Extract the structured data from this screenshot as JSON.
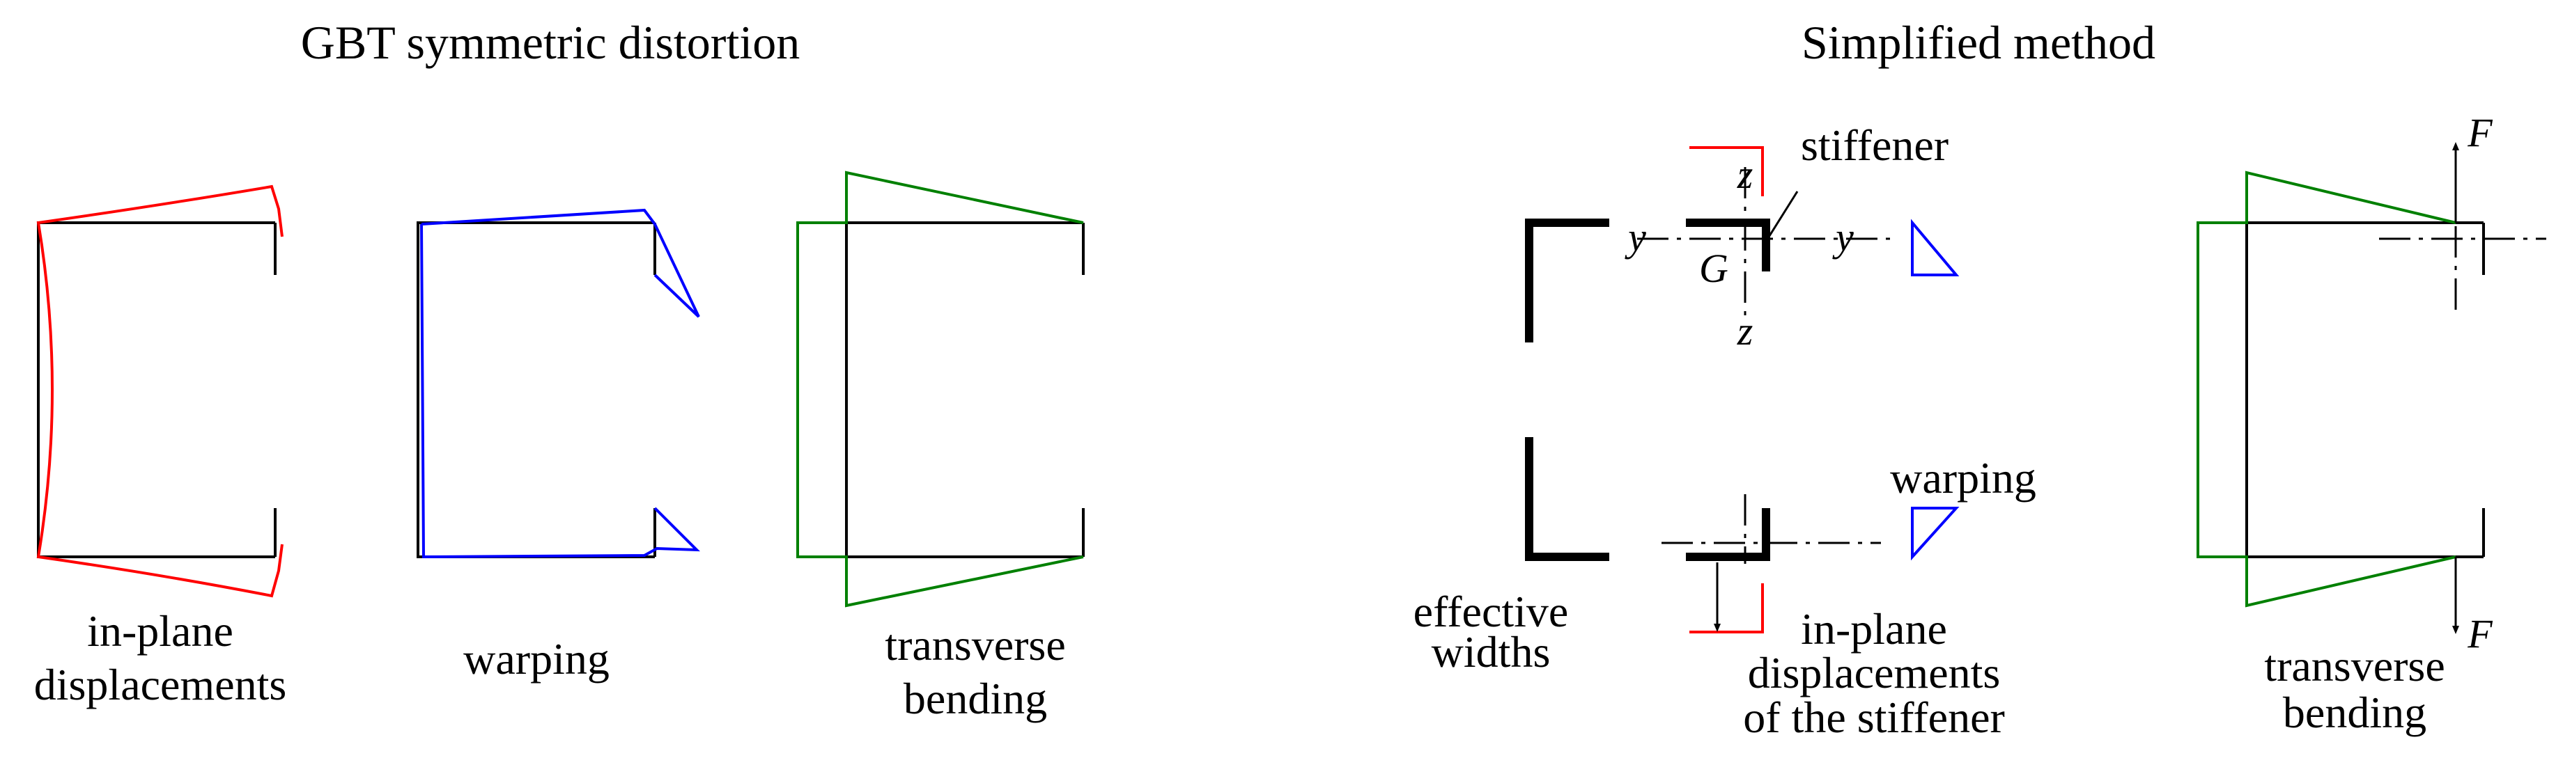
{
  "titles": {
    "left": "GBT symmetric distortion",
    "right": "Simplified method"
  },
  "captions": {
    "in_plane": [
      "in-plane",
      "displacements"
    ],
    "warping_left": "warping",
    "transverse_left": [
      "transverse",
      "bending"
    ],
    "effective": [
      "effective",
      "widths"
    ],
    "stiffener_disp": [
      "in-plane",
      "displacements",
      "of the stiffener"
    ],
    "warping_right": "warping",
    "transverse_right": [
      "transverse",
      "bending"
    ],
    "stiffener": "stiffener"
  },
  "axes": {
    "y1": "y",
    "y2": "y",
    "z_top": "z",
    "z_bottom": "z",
    "G": "G",
    "F_top": "F",
    "F_bottom": "F"
  },
  "colors": {
    "in_plane": "#ff0000",
    "warping": "#0000ff",
    "bending": "#008000",
    "section": "#000000"
  }
}
